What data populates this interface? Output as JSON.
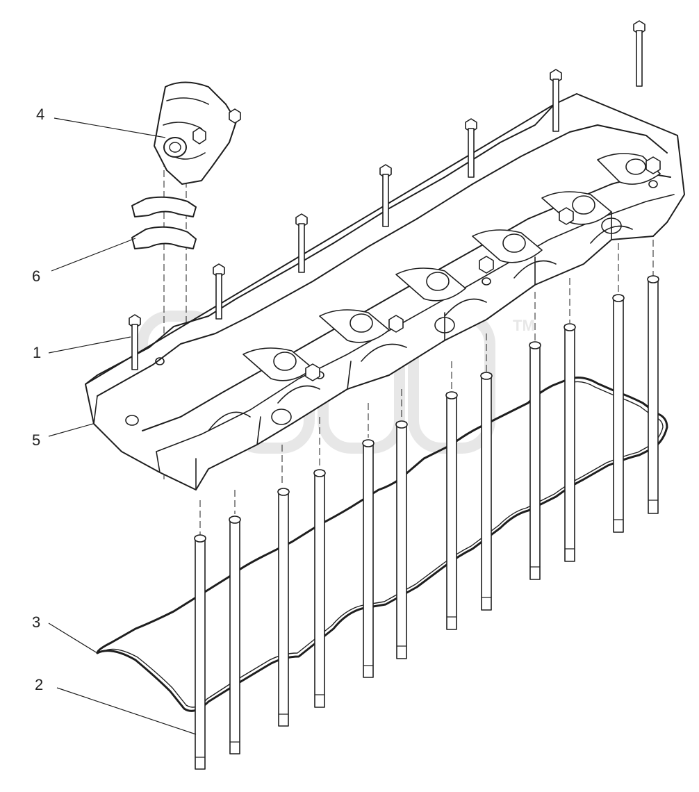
{
  "callouts": [
    {
      "id": "1",
      "label": "1"
    },
    {
      "id": "2",
      "label": "2"
    },
    {
      "id": "3",
      "label": "3"
    },
    {
      "id": "4",
      "label": "4"
    },
    {
      "id": "5",
      "label": "5"
    },
    {
      "id": "6",
      "label": "6"
    }
  ],
  "watermark": {
    "trademark": "TM"
  },
  "colors": {
    "ink": "#1e1e1e",
    "watermark": "#d4d4d4",
    "background": "#ffffff"
  }
}
